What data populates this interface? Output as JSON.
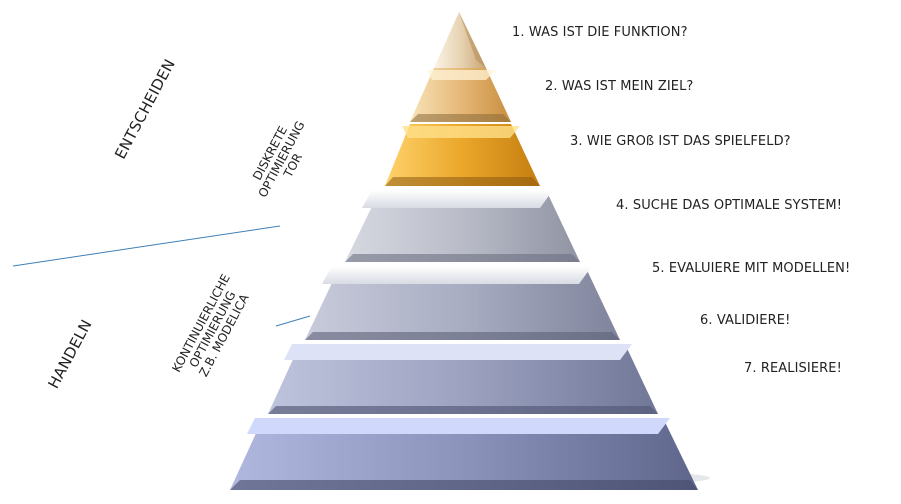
{
  "steps": [
    "1. WAS IST DIE FUNKTION?",
    "2. WAS IST MEIN ZIEL?",
    "3. WIE GROß IST DAS SPIELFELD?",
    "4. SUCHE DAS OPTIMALE SYSTEM!",
    "5. EVALUIERE MIT MODELLEN!",
    "6. VALIDIERE!",
    "7. REALISIERE!"
  ],
  "phases": {
    "decide": "ENTSCHEIDEN",
    "act": "HANDELN"
  },
  "methods": {
    "discrete": [
      "DISKRETE",
      "OPTIMIERUNG",
      "TOR"
    ],
    "continuous": [
      "KONTINUIERLICHE",
      "OPTIMIERUNG",
      "Z.B. MODELICA"
    ]
  },
  "colors": {
    "warm_levels": [
      "#e2cba6",
      "#e3b066",
      "#e8a82a"
    ],
    "cool_levels": [
      "#b9bccb",
      "#a9aec5",
      "#9da3c2",
      "#8d94b9"
    ],
    "divider": "#3f7fb8"
  }
}
